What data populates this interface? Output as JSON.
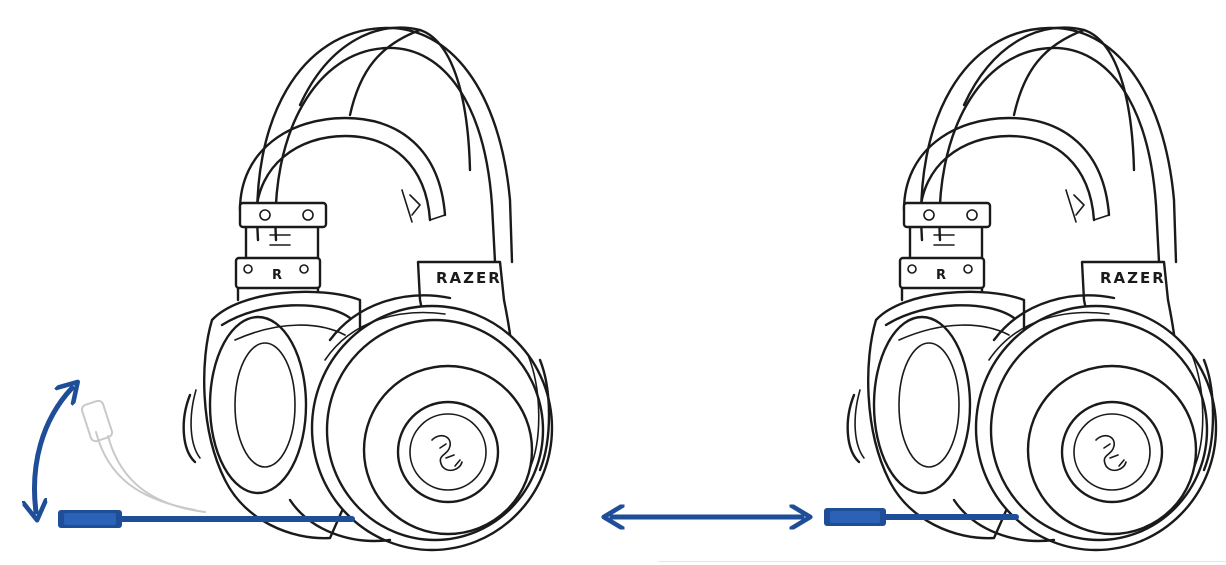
{
  "headsets": [
    {
      "brand_text": "RAZER",
      "side_text": "R",
      "mic_state": "rotatable"
    },
    {
      "brand_text": "RAZER",
      "side_text": "R",
      "mic_state": "extended"
    }
  ],
  "colors": {
    "mic": "#1f4e99",
    "arrow": "#1f4e99",
    "line": "#1a1a1a"
  },
  "icons": {
    "rotate": "curved-double-arrow-icon",
    "extend": "horizontal-double-arrow-icon"
  }
}
